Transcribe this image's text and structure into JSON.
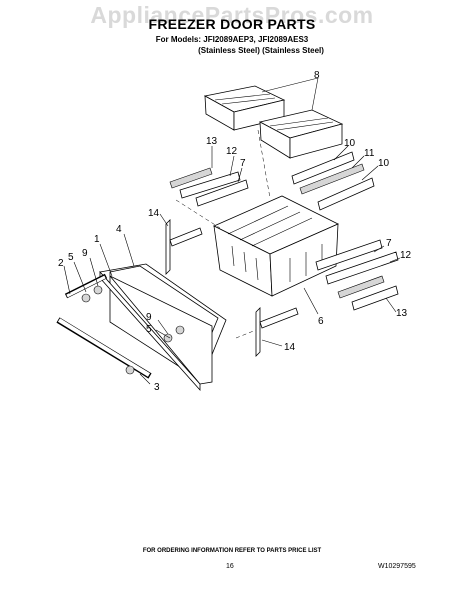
{
  "watermark": "AppliancePartsPros.com",
  "title": "FREEZER DOOR PARTS",
  "models_line": "For Models: JFI2089AEP3, JFI2089AES3",
  "finish_line": "(Stainless Steel) (Stainless Steel)",
  "footer_note": "FOR ORDERING INFORMATION REFER TO PARTS PRICE LIST",
  "page_number": "16",
  "document_number": "W10297595",
  "callouts": {
    "c8": "8",
    "c13a": "13",
    "c12a": "12",
    "c7a": "7",
    "c10a": "10",
    "c11": "11",
    "c10b": "10",
    "c14a": "14",
    "c1": "1",
    "c4": "4",
    "c9a": "9",
    "c5a": "5",
    "c2": "2",
    "c7b": "7",
    "c12b": "12",
    "c6": "6",
    "c13b": "13",
    "c9b": "9",
    "c5b": "5",
    "c14b": "14",
    "c3": "3"
  }
}
